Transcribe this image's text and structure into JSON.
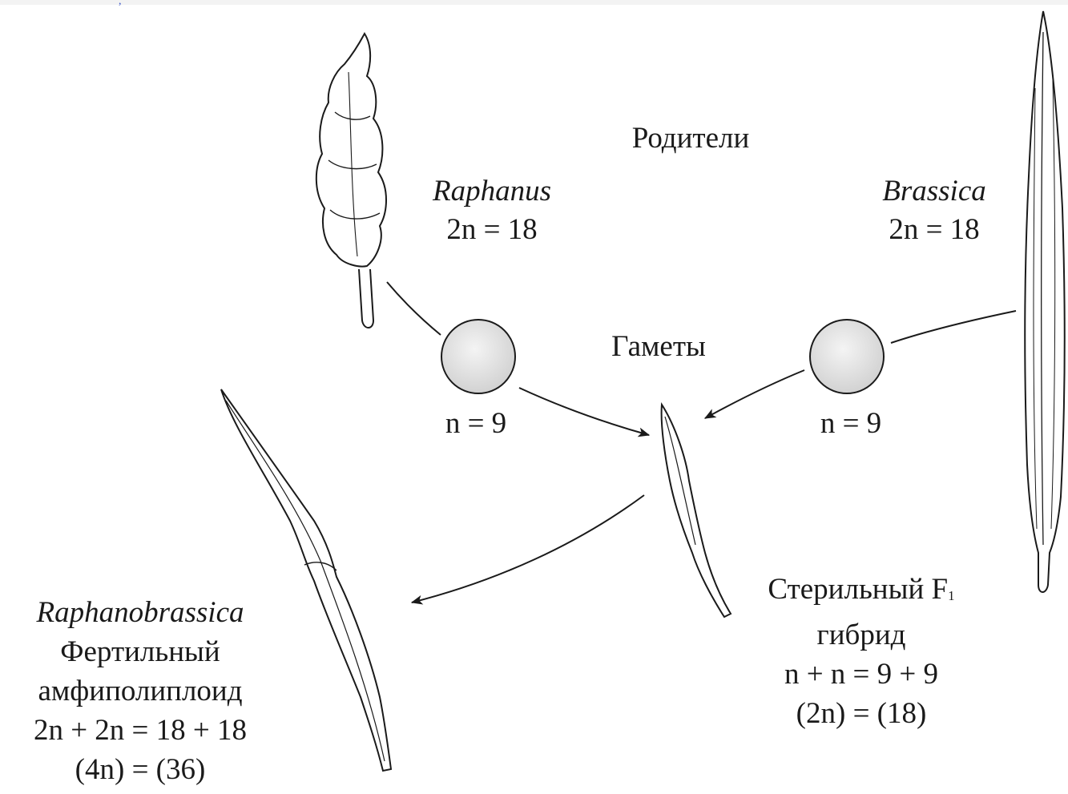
{
  "header": {
    "mark": ","
  },
  "labels": {
    "parents": "Родители",
    "gametes": "Гаметы"
  },
  "raphanus": {
    "name": "Raphanus",
    "formula": "2n = 18",
    "gamete": "n = 9"
  },
  "brassica": {
    "name": "Brassica",
    "formula": "2n = 18",
    "gamete": "n = 9"
  },
  "hybrid": {
    "line1": "Стерильный F",
    "subscript": "1",
    "line2": "гибрид",
    "line3": "n + n = 9 + 9",
    "line4": "(2n) = (18)"
  },
  "raphanobrassica": {
    "name": "Raphanobrassica",
    "line1": "Фертильный",
    "line2": "амфиполиплоид",
    "line3": "2n + 2n = 18 + 18",
    "line4": "(4n) = (36)"
  },
  "colors": {
    "ink": "#1a1a1a",
    "cell_fill": "#e6e6e6",
    "header_mark": "#3a55c8"
  }
}
